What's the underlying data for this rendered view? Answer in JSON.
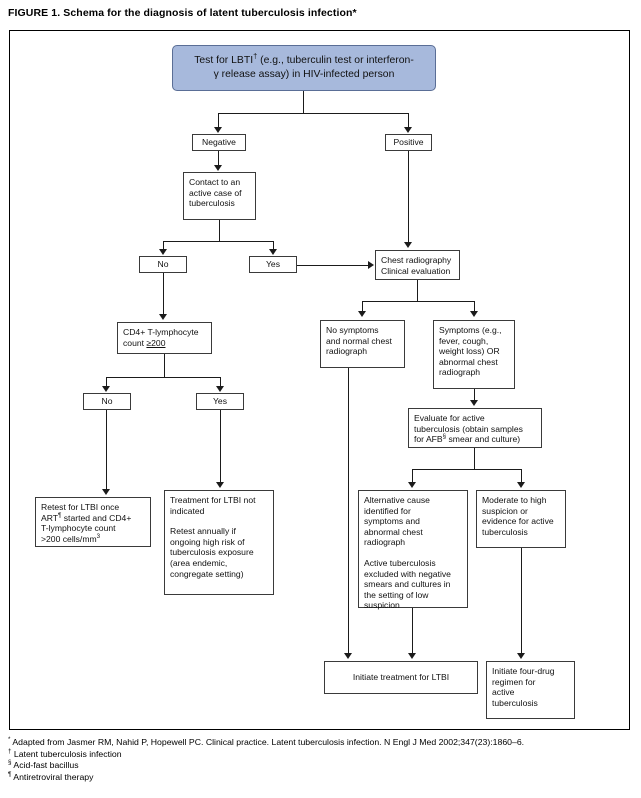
{
  "figure": {
    "title": "FIGURE 1. Schema for the diagnosis of latent tuberculosis infection*"
  },
  "chart_data": {
    "type": "diagram",
    "diagram_type": "flowchart",
    "title": "FIGURE 1. Schema for the diagnosis of latent tuberculosis infection*",
    "nodes": [
      {
        "id": "start",
        "label": "Test for LBTI† (e.g., tuberculin test or interferon-γ release assay) in HIV-infected person"
      },
      {
        "id": "negative",
        "label": "Negative"
      },
      {
        "id": "positive",
        "label": "Positive"
      },
      {
        "id": "contact",
        "label": "Contact to an active case of tuberculosis"
      },
      {
        "id": "contact_no",
        "label": "No"
      },
      {
        "id": "contact_yes",
        "label": "Yes"
      },
      {
        "id": "cxr",
        "label": "Chest radiography Clinical evaluation"
      },
      {
        "id": "cd4",
        "label": "CD4+ T-lymphocyte count ≥200"
      },
      {
        "id": "cd4_no",
        "label": "No"
      },
      {
        "id": "cd4_yes",
        "label": "Yes"
      },
      {
        "id": "nosympt",
        "label": "No symptoms and normal chest radiograph"
      },
      {
        "id": "sympt",
        "label": "Symptoms (e.g., fever, cough, weight loss) OR abnormal chest radiograph"
      },
      {
        "id": "evaluate",
        "label": "Evaluate for active tuberculosis (obtain samples for AFB§ smear and culture)"
      },
      {
        "id": "retest",
        "label": "Retest for LTBI once ART¶ started and CD4+ T-lymphocyte count >200 cells/mm3"
      },
      {
        "id": "notindicated",
        "label": "Treatment for LTBI not indicated / Retest annually if ongoing high risk of tuberculosis exposure (area endemic, congregate setting)"
      },
      {
        "id": "altcause",
        "label": "Alternative cause identified for symptoms and abnormal chest radiograph / Active tuberculosis excluded with negative smears and cultures in the setting of low suspicion"
      },
      {
        "id": "moderate",
        "label": "Moderate to high suspicion or evidence for active tuberculosis"
      },
      {
        "id": "initltbi",
        "label": "Initiate treatment for LTBI"
      },
      {
        "id": "fourdrug",
        "label": "Initiate four-drug regimen for active tuberculosis"
      }
    ],
    "edges": [
      {
        "from": "start",
        "to": "negative"
      },
      {
        "from": "start",
        "to": "positive"
      },
      {
        "from": "negative",
        "to": "contact"
      },
      {
        "from": "contact",
        "to": "contact_no"
      },
      {
        "from": "contact",
        "to": "contact_yes"
      },
      {
        "from": "contact_yes",
        "to": "cxr"
      },
      {
        "from": "positive",
        "to": "cxr"
      },
      {
        "from": "contact_no",
        "to": "cd4"
      },
      {
        "from": "cd4",
        "to": "cd4_no"
      },
      {
        "from": "cd4",
        "to": "cd4_yes"
      },
      {
        "from": "cd4_no",
        "to": "retest"
      },
      {
        "from": "cd4_yes",
        "to": "notindicated"
      },
      {
        "from": "cxr",
        "to": "nosympt"
      },
      {
        "from": "cxr",
        "to": "sympt"
      },
      {
        "from": "sympt",
        "to": "evaluate"
      },
      {
        "from": "evaluate",
        "to": "altcause"
      },
      {
        "from": "evaluate",
        "to": "moderate"
      },
      {
        "from": "nosympt",
        "to": "initltbi"
      },
      {
        "from": "altcause",
        "to": "initltbi"
      },
      {
        "from": "moderate",
        "to": "fourdrug"
      }
    ],
    "accent_color": "#a7b9dc"
  },
  "boxes": {
    "start_line1": "Test for LBTI",
    "start_line1b": " (e.g., tuberculin test or interferon-",
    "start_line2": "γ release assay) in HIV-infected person",
    "negative": "Negative",
    "positive": "Positive",
    "contact_l1": "Contact to an",
    "contact_l2": "active case of",
    "contact_l3": "tuberculosis",
    "contact_no": "No",
    "contact_yes": "Yes",
    "cxr_l1": "Chest radiography",
    "cxr_l2": "Clinical evaluation",
    "cd4_l1": "CD4+ T-lymphocyte",
    "cd4_l2a": "count ",
    "cd4_l2b": "≥200",
    "cd4_no": "No",
    "cd4_yes": "Yes",
    "nosympt_l1": "No symptoms",
    "nosympt_l2": "and normal chest",
    "nosympt_l3": "radiograph",
    "sympt_l1": "Symptoms (e.g.,",
    "sympt_l2": "fever, cough,",
    "sympt_l3": "weight loss) OR",
    "sympt_l4": "abnormal chest",
    "sympt_l5": "radiograph",
    "evaluate_l1": "Evaluate for active",
    "evaluate_l2": "tuberculosis (obtain samples",
    "evaluate_l3a": "for AFB",
    "evaluate_l3b": " smear and culture)",
    "retest_l1": "Retest for LTBI once",
    "retest_l2a": "ART",
    "retest_l2b": " started and CD4+",
    "retest_l3": "T-lymphocyte count",
    "retest_l4a": ">200 cells/mm",
    "retest_l4b": "3",
    "notind_p1_l1": "Treatment for LTBI not",
    "notind_p1_l2": "indicated",
    "notind_p2_l1": "Retest annually if",
    "notind_p2_l2": "ongoing high risk of",
    "notind_p2_l3": "tuberculosis exposure",
    "notind_p2_l4": "(area endemic,",
    "notind_p2_l5": "congregate setting)",
    "alt_p1_l1": "Alternative cause",
    "alt_p1_l2": "identified for",
    "alt_p1_l3": "symptoms and",
    "alt_p1_l4": "abnormal chest",
    "alt_p1_l5": "radiograph",
    "alt_p2_l1": "Active tuberculosis",
    "alt_p2_l2": "excluded with negative",
    "alt_p2_l3": "smears and cultures in",
    "alt_p2_l4": "the setting of low",
    "alt_p2_l5": "suspicion",
    "mod_l1": "Moderate to high",
    "mod_l2": "suspicion or",
    "mod_l3": "evidence for active",
    "mod_l4": "tuberculosis",
    "init_ltbi": "Initiate treatment for LTBI",
    "four_l1": "Initiate four-drug",
    "four_l2": "regimen for",
    "four_l3": "active",
    "four_l4": "tuberculosis"
  },
  "symbols": {
    "dagger": "†",
    "section": "§",
    "pilcrow": "¶",
    "asterisk": "*"
  },
  "footnotes": {
    "n1_mark": "*",
    "n1_text": " Adapted from Jasmer RM, Nahid P, Hopewell PC. Clinical practice. Latent tuberculosis infection. N Engl J Med 2002;347(23):1860–6.",
    "n2_mark": "†",
    "n2_text": " Latent tuberculosis infection",
    "n3_mark": "§",
    "n3_text": " Acid-fast bacillus",
    "n4_mark": "¶",
    "n4_text": " Antiretroviral therapy"
  }
}
